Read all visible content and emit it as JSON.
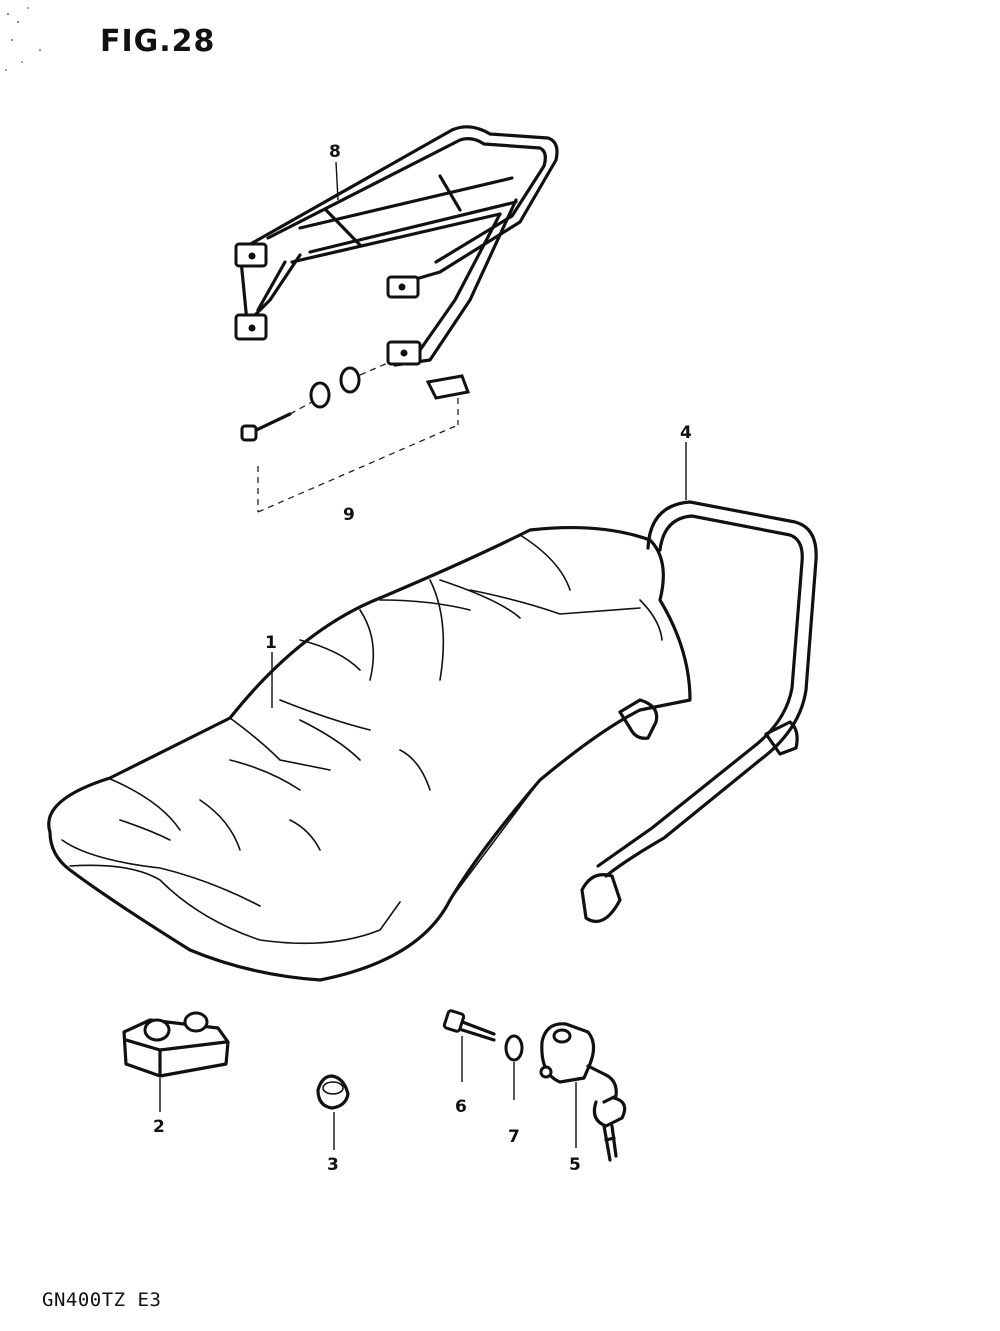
{
  "figure": {
    "title": "FIG.28",
    "model_code": "GN400TZ E3"
  },
  "parts": [
    {
      "ref": "1",
      "icon": "seat-icon"
    },
    {
      "ref": "2",
      "icon": "seat-damper-icon"
    },
    {
      "ref": "3",
      "icon": "cushion-icon"
    },
    {
      "ref": "4",
      "icon": "grab-bar-icon"
    },
    {
      "ref": "5",
      "icon": "seat-lock-icon"
    },
    {
      "ref": "6",
      "icon": "bolt-icon"
    },
    {
      "ref": "7",
      "icon": "washer-icon"
    },
    {
      "ref": "8",
      "icon": "rear-carrier-icon"
    },
    {
      "ref": "9",
      "icon": "bolt-set-icon"
    }
  ],
  "colors": {
    "line": "#111111",
    "background": "#ffffff"
  }
}
